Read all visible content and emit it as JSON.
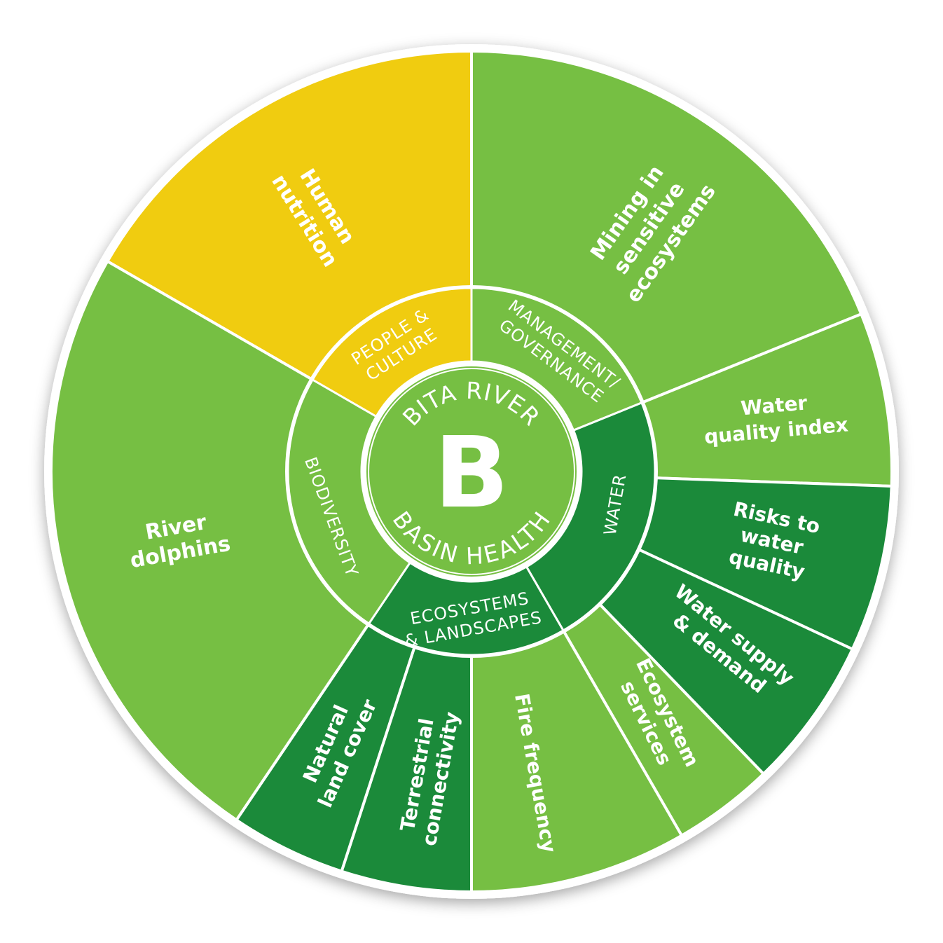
{
  "center": {
    "letter": "B",
    "title_top": "BITA RIVER",
    "title_bottom": "BASIN HEALTH"
  },
  "colors": {
    "yellow": "#f0cc10",
    "light_green": "#76bf43",
    "dark_green": "#1b8a3a",
    "center_green": "#76bf43",
    "text": "#ffffff"
  },
  "categories": [
    {
      "id": "people-culture",
      "lines": [
        "PEOPLE &",
        "CULTURE"
      ],
      "color": "yellow"
    },
    {
      "id": "management-governance",
      "lines": [
        "MANAGEMENT/",
        "GOVERNANCE"
      ],
      "color": "light_green"
    },
    {
      "id": "water",
      "lines": [
        "WATER"
      ],
      "color": "dark_green"
    },
    {
      "id": "ecosystems-landscapes",
      "lines": [
        "ECOSYSTEMS",
        "& LANDSCAPES"
      ],
      "color": "dark_green"
    },
    {
      "id": "biodiversity",
      "lines": [
        "BIODIVERSITY"
      ],
      "color": "light_green"
    }
  ],
  "indicators": [
    {
      "id": "human-nutrition",
      "lines": [
        "Human",
        "nutrition"
      ],
      "color": "yellow"
    },
    {
      "id": "mining",
      "lines": [
        "Mining in",
        "sensitive",
        "ecosystems"
      ],
      "color": "light_green"
    },
    {
      "id": "water-quality-index",
      "lines": [
        "Water",
        "quality index"
      ],
      "color": "light_green"
    },
    {
      "id": "risks-water-quality",
      "lines": [
        "Risks to",
        "water",
        "quality"
      ],
      "color": "dark_green"
    },
    {
      "id": "water-supply-demand",
      "lines": [
        "Water supply",
        "& demand"
      ],
      "color": "dark_green"
    },
    {
      "id": "ecosystem-services",
      "lines": [
        "Ecosystem",
        "services"
      ],
      "color": "light_green"
    },
    {
      "id": "fire-frequency",
      "lines": [
        "Fire frequency"
      ],
      "color": "light_green"
    },
    {
      "id": "terrestrial-connectivity",
      "lines": [
        "Terrestrial",
        "connectivity"
      ],
      "color": "dark_green"
    },
    {
      "id": "natural-land-cover",
      "lines": [
        "Natural",
        "land cover"
      ],
      "color": "dark_green"
    },
    {
      "id": "river-dolphins",
      "lines": [
        "River",
        "dolphins"
      ],
      "color": "light_green"
    }
  ]
}
